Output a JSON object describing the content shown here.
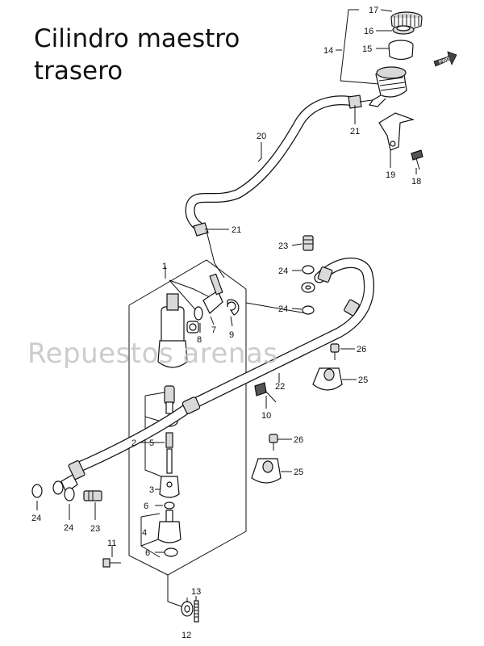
{
  "title": {
    "line1": "Cilindro maestro",
    "line2": "trasero"
  },
  "watermark": "Repuestos arenas",
  "fwd_label": "FWD",
  "callouts": [
    {
      "id": "c1",
      "label": "1"
    },
    {
      "id": "c2",
      "label": "2"
    },
    {
      "id": "c3",
      "label": "3"
    },
    {
      "id": "c4",
      "label": "4"
    },
    {
      "id": "c5",
      "label": "5"
    },
    {
      "id": "c6a",
      "label": "6"
    },
    {
      "id": "c6b",
      "label": "6"
    },
    {
      "id": "c7",
      "label": "7"
    },
    {
      "id": "c8",
      "label": "8"
    },
    {
      "id": "c9",
      "label": "9"
    },
    {
      "id": "c10",
      "label": "10"
    },
    {
      "id": "c11",
      "label": "11"
    },
    {
      "id": "c12",
      "label": "12"
    },
    {
      "id": "c13",
      "label": "13"
    },
    {
      "id": "c14",
      "label": "14"
    },
    {
      "id": "c15",
      "label": "15"
    },
    {
      "id": "c16",
      "label": "16"
    },
    {
      "id": "c17",
      "label": "17"
    },
    {
      "id": "c18",
      "label": "18"
    },
    {
      "id": "c19",
      "label": "19"
    },
    {
      "id": "c20",
      "label": "20"
    },
    {
      "id": "c21a",
      "label": "21"
    },
    {
      "id": "c21b",
      "label": "21"
    },
    {
      "id": "c22",
      "label": "22"
    },
    {
      "id": "c23a",
      "label": "23"
    },
    {
      "id": "c23b",
      "label": "23"
    },
    {
      "id": "c24a",
      "label": "24"
    },
    {
      "id": "c24b",
      "label": "24"
    },
    {
      "id": "c24c",
      "label": "24"
    },
    {
      "id": "c24d",
      "label": "24"
    },
    {
      "id": "c25a",
      "label": "25"
    },
    {
      "id": "c25b",
      "label": "25"
    },
    {
      "id": "c26a",
      "label": "26"
    },
    {
      "id": "c26b",
      "label": "26"
    }
  ]
}
